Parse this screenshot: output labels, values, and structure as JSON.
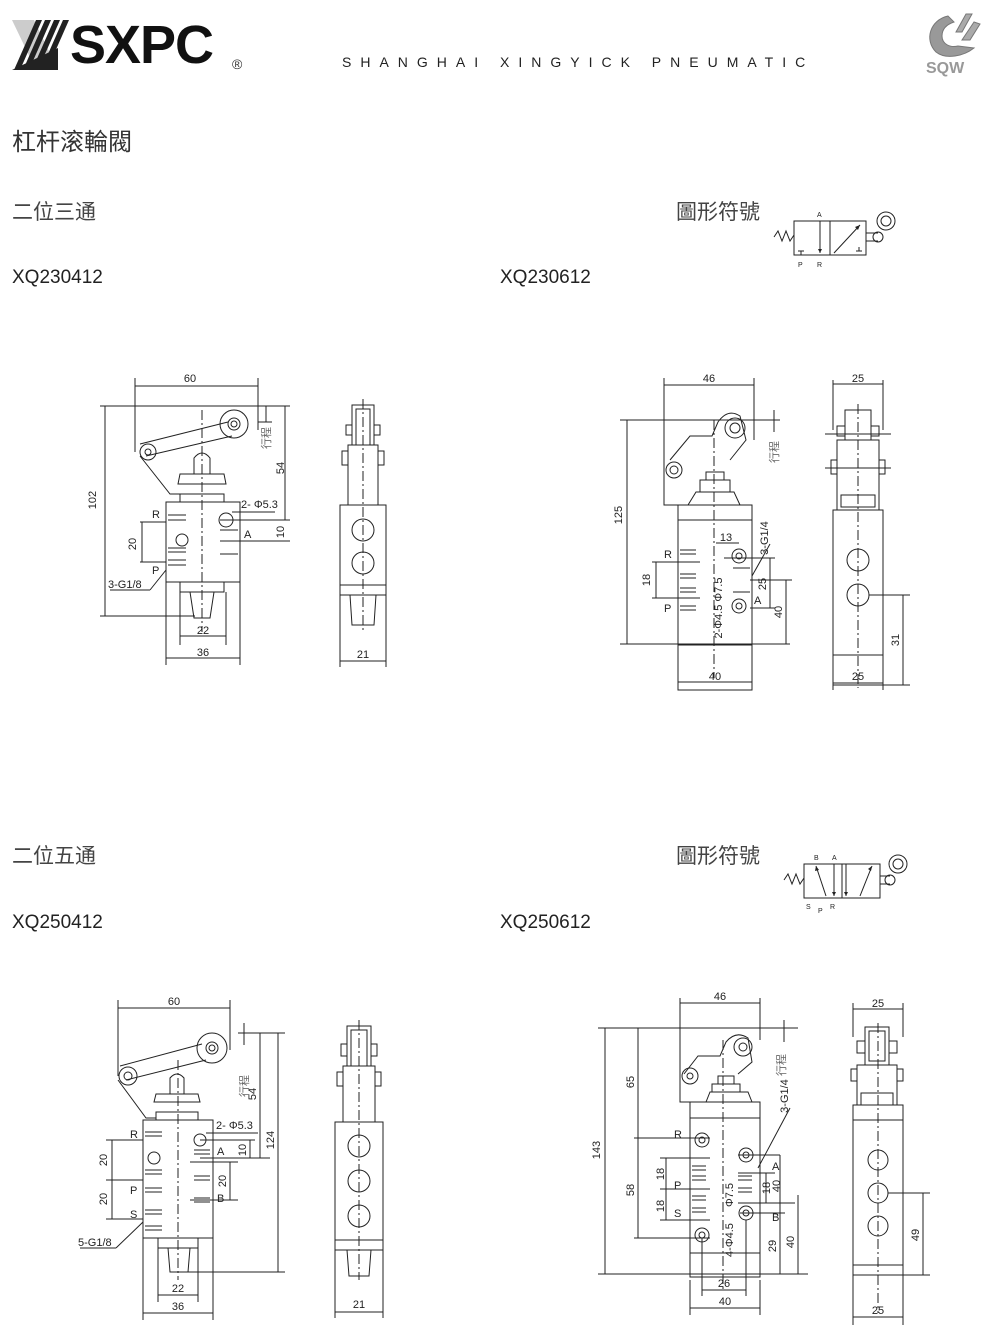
{
  "header": {
    "brand": "SXPC",
    "registered_mark": "®",
    "company": "SHANGHAI XINGYICK PNEUMATIC",
    "right_logo_text": "SQW"
  },
  "page_title": "杠杆滚輪閥",
  "sections": [
    {
      "heading": "二位三通",
      "symbol_label": "圖形符號",
      "symbol_ports": {
        "top": [
          "A"
        ],
        "bottom": [
          "P",
          "R"
        ]
      },
      "models": [
        {
          "name": "XQ230412",
          "front": {
            "dims": {
              "width_top": "60",
              "height": "102",
              "stroke": "行程",
              "d54": "54",
              "d10": "10",
              "d20": "20",
              "d22": "22",
              "d36": "36"
            },
            "labels": {
              "holes": "2- Φ5.3",
              "ports": "3-G1/8",
              "R": "R",
              "A": "A",
              "P": "P"
            }
          },
          "side": {
            "dims": {
              "width": "21"
            }
          }
        },
        {
          "name": "XQ230612",
          "front": {
            "dims": {
              "width_top": "46",
              "height": "125",
              "stroke": "行程",
              "d13": "13",
              "d18": "18",
              "d25": "25",
              "d40v": "40",
              "d40": "40"
            },
            "labels": {
              "ports": "3-G1/4",
              "holes": "2-Φ4.5 Φ7.5",
              "R": "R",
              "A": "A",
              "P": "P"
            }
          },
          "side": {
            "dims": {
              "width_top": "25",
              "width": "25",
              "d31": "31"
            }
          }
        }
      ]
    },
    {
      "heading": "二位五通",
      "symbol_label": "圖形符號",
      "symbol_ports": {
        "top": [
          "B",
          "A"
        ],
        "bottom": [
          "S",
          "P",
          "R"
        ]
      },
      "models": [
        {
          "name": "XQ250412",
          "front": {
            "dims": {
              "width_top": "60",
              "height": "124",
              "stroke": "行程",
              "d54": "54",
              "d10": "10",
              "d20a": "20",
              "d20b": "20",
              "d20c": "20",
              "d22": "22",
              "d36": "36"
            },
            "labels": {
              "holes": "2- Φ5.3",
              "ports": "5-G1/8",
              "R": "R",
              "A": "A",
              "P": "P",
              "S": "S",
              "B": "B"
            }
          },
          "side": {
            "dims": {
              "width": "21"
            }
          }
        },
        {
          "name": "XQ250612",
          "front": {
            "dims": {
              "width_top": "46",
              "height": "143",
              "stroke": "行程",
              "d65": "65",
              "d58": "58",
              "d18a": "18",
              "d18b": "18",
              "d18c": "18",
              "d40a": "40",
              "d40b": "40",
              "d29": "29",
              "d26": "26",
              "d40": "40"
            },
            "labels": {
              "ports": "3-G1/4",
              "holes_large": "Φ7.5",
              "holes_small": "4-Φ4.5",
              "R": "R",
              "A": "A",
              "P": "P",
              "S": "S",
              "B": "B"
            }
          },
          "side": {
            "dims": {
              "width_top": "25",
              "width": "25",
              "d49": "49"
            }
          }
        }
      ]
    }
  ]
}
